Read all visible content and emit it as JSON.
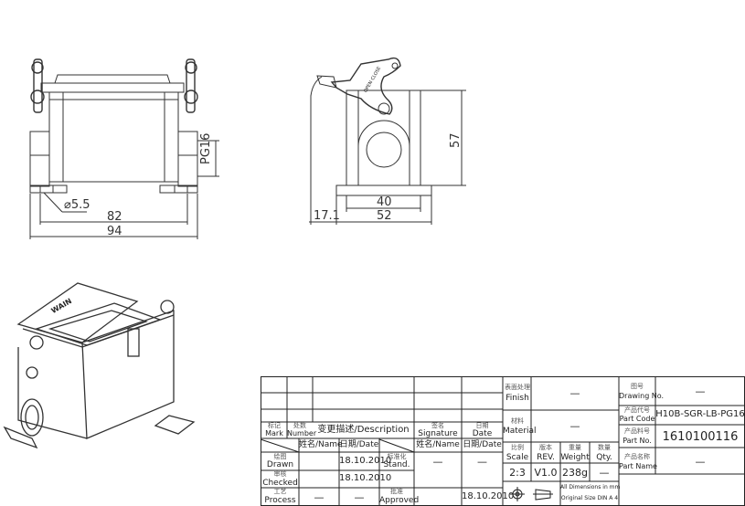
{
  "front_view": {
    "dim_hole": "⌀5.5",
    "dim_inner": "82",
    "dim_outer": "94",
    "dim_thread": "PG16"
  },
  "side_view": {
    "dim_height": "57",
    "dim_inner": "40",
    "dim_outer": "52",
    "dim_offset": "17.1",
    "lever_marking": "OPEN CLOSE"
  },
  "iso_view": {
    "brand_marking": "WAIN"
  },
  "title_block": {
    "mark": {
      "cn": "标记",
      "en": "Mark"
    },
    "number": {
      "cn": "处数",
      "en": "Number"
    },
    "description": "变更描述/Description",
    "signature": {
      "cn": "签名",
      "en": "Signature"
    },
    "date_header": {
      "cn": "日期",
      "en": "Date"
    },
    "name_col": "姓名/Name",
    "date_col": "日期/Date",
    "name_col2": "姓名/Name",
    "date_col2": "日期/Date",
    "drawn": {
      "cn": "绘图",
      "en": "Drawn",
      "date": "18.10.2010"
    },
    "checked": {
      "cn": "审核",
      "en": "Checked",
      "date": "18.10.2010"
    },
    "process": {
      "cn": "工艺",
      "en": "Process",
      "name": "—",
      "date": "—"
    },
    "stand": {
      "cn": "标准化",
      "en": "Stand.",
      "name": "—",
      "date": "—"
    },
    "approved": {
      "cn": "批准",
      "en": "Approved",
      "date": "18.10.2010"
    },
    "finish": {
      "cn": "表面处理",
      "en": "Finish",
      "value": "—"
    },
    "material": {
      "cn": "材料",
      "en": "Material",
      "value": "—"
    },
    "scale": {
      "cn": "比例",
      "en": "Scale",
      "value": "2:3"
    },
    "rev": {
      "cn": "版本",
      "en": "REV.",
      "value": "V1.0"
    },
    "weight": {
      "cn": "重量",
      "en": "Weight",
      "value": "238g"
    },
    "qty": {
      "cn": "数量",
      "en": "Qty.",
      "value": "—"
    },
    "dimensions_note_1": "All Dimensions in mm",
    "dimensions_note_2": "Original Size DIN A 4",
    "drawing_no": {
      "cn": "图号",
      "en": "Drawing No.",
      "value": "—"
    },
    "part_code": {
      "cn": "产品代号",
      "en": "Part Code",
      "value": "H10B-SGR-LB-PG16"
    },
    "part_no": {
      "cn": "产品料号",
      "en": "Part No.",
      "value": "1610100116"
    },
    "part_name": {
      "cn": "产品名称",
      "en": "Part Name",
      "value": "—"
    }
  }
}
